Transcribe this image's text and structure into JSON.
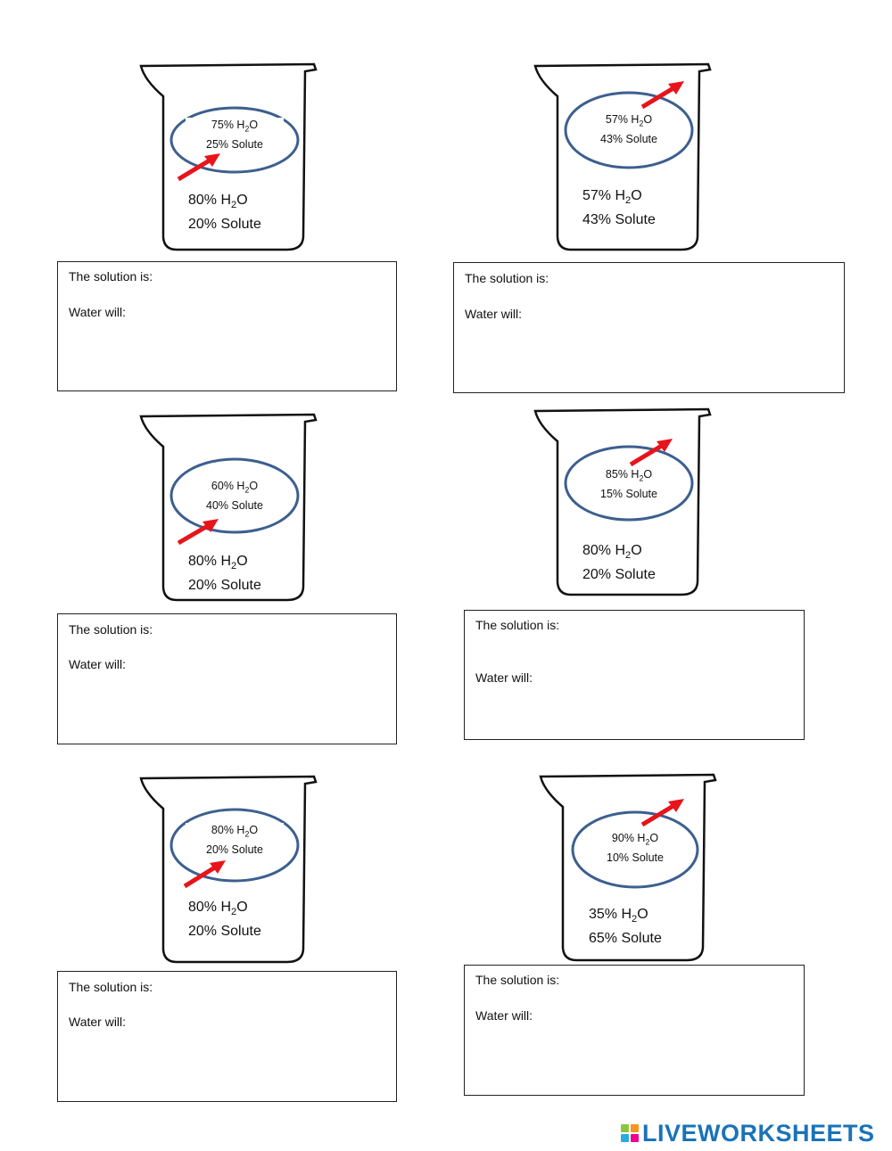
{
  "worksheet": {
    "panels": [
      {
        "cell": {
          "water": "75% H2O",
          "solute": "25% Solute"
        },
        "outside": {
          "water": "80% H2O",
          "solute": "20% Solute"
        },
        "arrow": "inward",
        "prompt_solution": "The solution is:",
        "prompt_water": "Water will:"
      },
      {
        "cell": {
          "water": "57% H2O",
          "solute": "43% Solute"
        },
        "outside": {
          "water": "57% H2O",
          "solute": "43% Solute"
        },
        "arrow": "outward",
        "prompt_solution": "The solution is:",
        "prompt_water": "Water will:"
      },
      {
        "cell": {
          "water": "60% H2O",
          "solute": "40% Solute"
        },
        "outside": {
          "water": "80% H2O",
          "solute": "20% Solute"
        },
        "arrow": "inward",
        "prompt_solution": "The solution is:",
        "prompt_water": "Water will:"
      },
      {
        "cell": {
          "water": "85% H2O",
          "solute": "15% Solute"
        },
        "outside": {
          "water": "80% H2O",
          "solute": "20% Solute"
        },
        "arrow": "outward",
        "prompt_solution": "The solution is:",
        "prompt_water": "Water will:"
      },
      {
        "cell": {
          "water": "80% H2O",
          "solute": "20% Solute"
        },
        "outside": {
          "water": "80% H2O",
          "solute": "20% Solute"
        },
        "arrow": "inward",
        "prompt_solution": "The solution is:",
        "prompt_water": "Water will:"
      },
      {
        "cell": {
          "water": "90% H2O",
          "solute": "10% Solute"
        },
        "outside": {
          "water": "35% H2O",
          "solute": "65% Solute"
        },
        "arrow": "outward",
        "prompt_solution": "The solution is:",
        "prompt_water": "Water will:"
      }
    ]
  },
  "branding": {
    "logo_text": "LIVEWORKSHEETS",
    "logo_color": "#1a73b8",
    "logo_squares": [
      "#8cc63f",
      "#f7941d",
      "#29abe2",
      "#ec008c"
    ]
  },
  "colors": {
    "ellipse": "#3d5f8f",
    "arrow": "#e8141b",
    "outline": "#111111"
  }
}
